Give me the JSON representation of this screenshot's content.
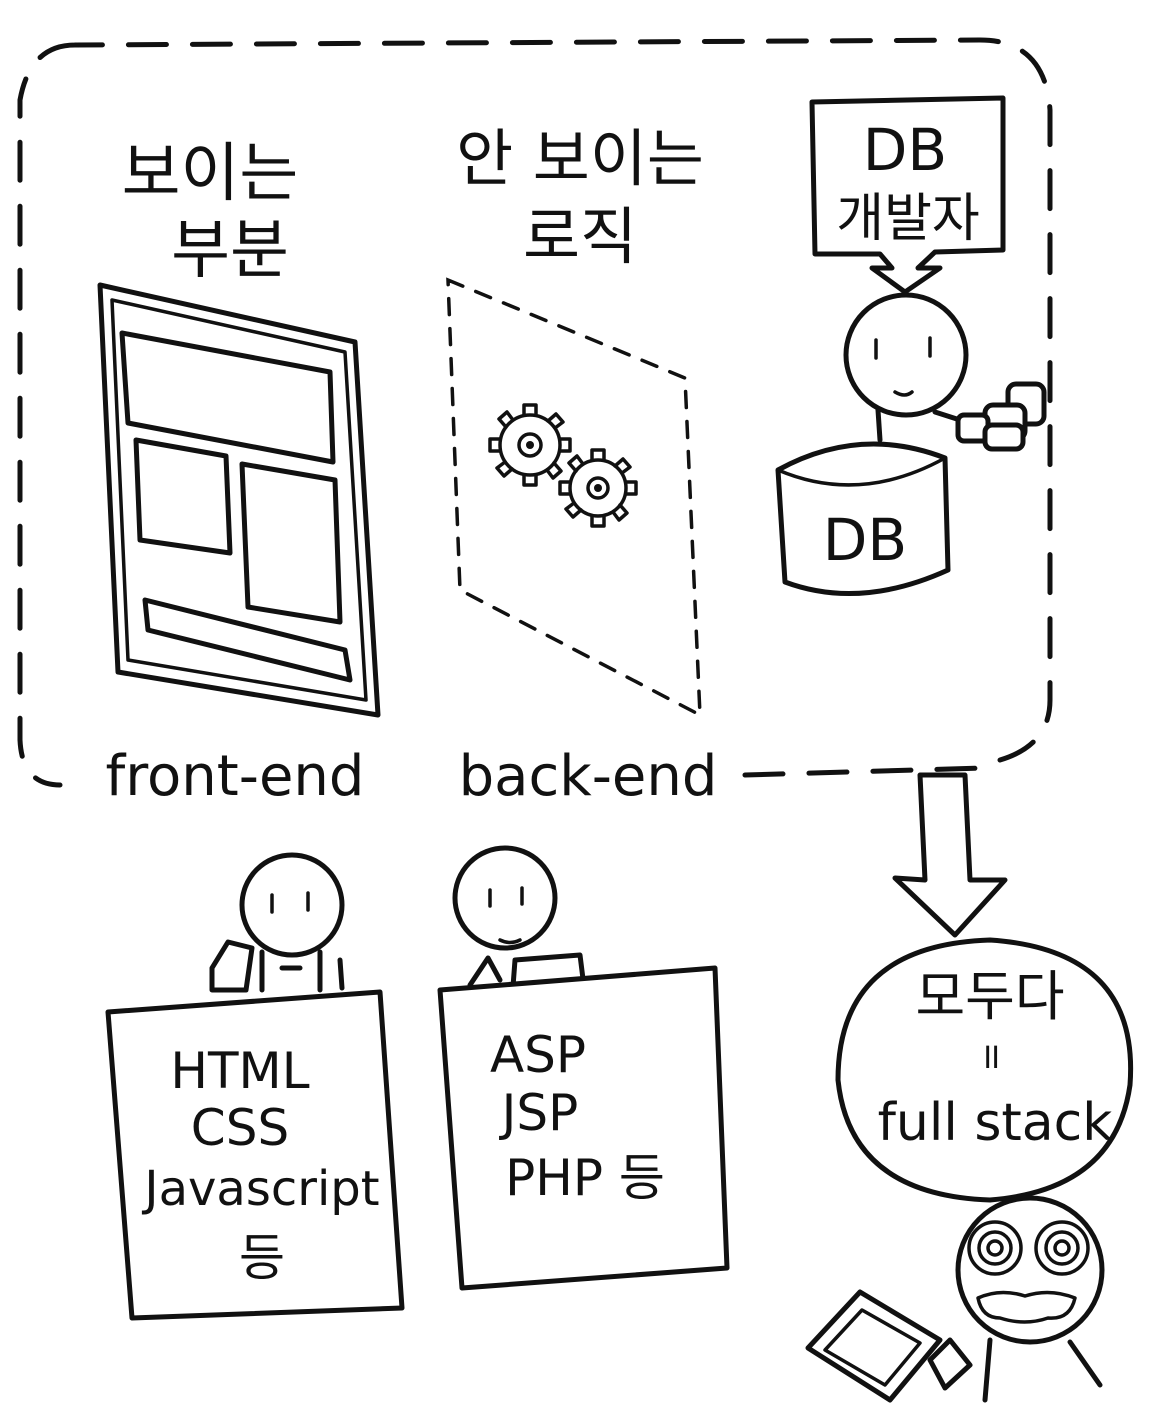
{
  "frontend": {
    "title_line1": "보이는",
    "title_line2": "부분",
    "label": "front-end",
    "tech": [
      "HTML",
      "CSS",
      "Javascript",
      "등"
    ]
  },
  "backend": {
    "title_line1": "안 보이는",
    "title_line2": "로직",
    "label": "back-end",
    "tech": [
      "ASP",
      "JSP",
      "PHP 등"
    ]
  },
  "database": {
    "sign_line1": "DB",
    "sign_line2": "개발자",
    "cylinder_label": "DB"
  },
  "fullstack": {
    "line1": "모두다",
    "line2": "॥",
    "line3": "full stack"
  },
  "icons": [
    "browser-window-icon",
    "gears-icon",
    "database-icon",
    "person-icon",
    "laptop-icon",
    "tablet-icon"
  ]
}
